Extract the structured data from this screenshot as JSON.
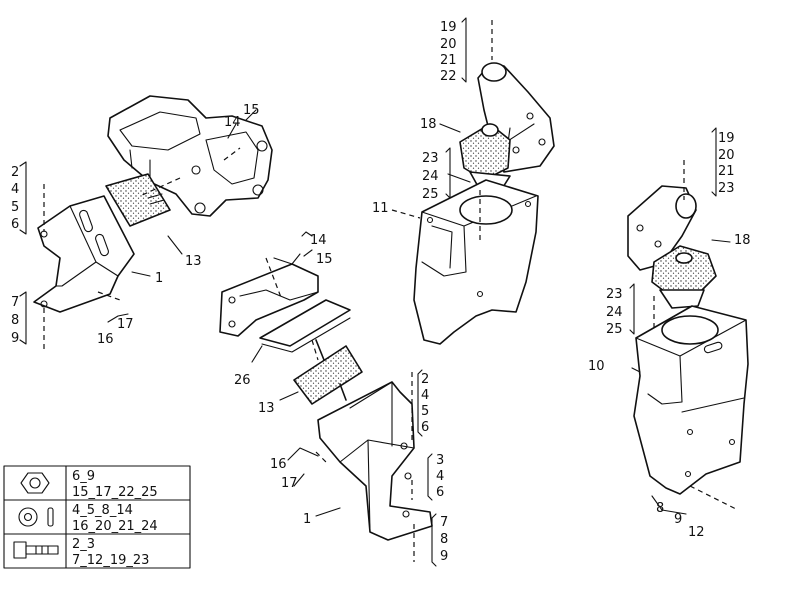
{
  "callouts": {
    "a_2": "2",
    "a_4": "4",
    "a_5": "5",
    "a_6": "6",
    "a_7": "7",
    "a_8": "8",
    "a_9": "9",
    "a_1": "1",
    "a_13": "13",
    "a_14": "14",
    "a_15": "15",
    "a_16": "16",
    "a_17": "17",
    "b_14": "14",
    "b_15": "15",
    "b_26": "26",
    "b_13": "13",
    "b_16": "16",
    "b_17": "17",
    "b_1": "1",
    "b_2": "2",
    "b_4": "4",
    "b_5": "5",
    "b_6": "6",
    "b_3": "3",
    "b_4b": "4",
    "b_6b": "6",
    "b_7": "7",
    "b_8": "8",
    "b_9": "9",
    "c_19": "19",
    "c_20": "20",
    "c_21": "21",
    "c_22": "22",
    "c_18": "18",
    "c_23": "23",
    "c_24": "24",
    "c_25": "25",
    "c_11": "11",
    "d_19": "19",
    "d_20": "20",
    "d_21": "21",
    "d_23": "23",
    "d_18": "18",
    "d_23b": "23",
    "d_24": "24",
    "d_25": "25",
    "d_10": "10",
    "d_8": "8",
    "d_9": "9",
    "d_12": "12"
  },
  "legend": {
    "rows": [
      {
        "icon": "nut-icon",
        "line1": "6_9",
        "line2": "15_17_22_25"
      },
      {
        "icon": "washer-icon",
        "line1": "4_5_8_14",
        "line2": "16_20_21_24"
      },
      {
        "icon": "bolt-icon",
        "line1": "2_3",
        "line2": "7_12_19_23"
      }
    ]
  }
}
